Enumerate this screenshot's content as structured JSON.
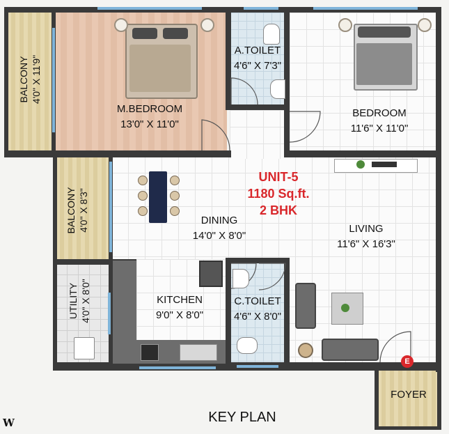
{
  "plan": {
    "balcony_top": {
      "name": "BALCONY",
      "dim": "4'0\" X 11'9\""
    },
    "master_bedroom": {
      "name": "M.BEDROOM",
      "dim": "13'0\" X 11'0\""
    },
    "a_toilet": {
      "name": "A.TOILET",
      "dim": "4'6\" X 7'3\""
    },
    "bedroom": {
      "name": "BEDROOM",
      "dim": "11'6\" X 11'0\""
    },
    "balcony_mid": {
      "name": "BALCONY",
      "dim": "4'0\" X 8'3\""
    },
    "dining": {
      "name": "DINING",
      "dim": "14'0\" X 8'0\""
    },
    "living": {
      "name": "LIVING",
      "dim": "11'6\" X 16'3\""
    },
    "utility": {
      "name": "UTILITY",
      "dim": "4'0\" X 8'0\""
    },
    "kitchen": {
      "name": "KITCHEN",
      "dim": "9'0\" X 8'0\""
    },
    "c_toilet": {
      "name": "C.TOILET",
      "dim": "4'6\" X 8'0\""
    },
    "foyer": {
      "name": "FOYER"
    },
    "entry_marker": "E"
  },
  "unit": {
    "name": "UNIT-5",
    "area": "1180 Sq.ft.",
    "type": "2 BHK"
  },
  "caption": "KEY PLAN",
  "compass": "W",
  "colors": {
    "accent_red": "#d9272b",
    "wall": "#3a3a3a",
    "window": "#7fb4d9"
  }
}
